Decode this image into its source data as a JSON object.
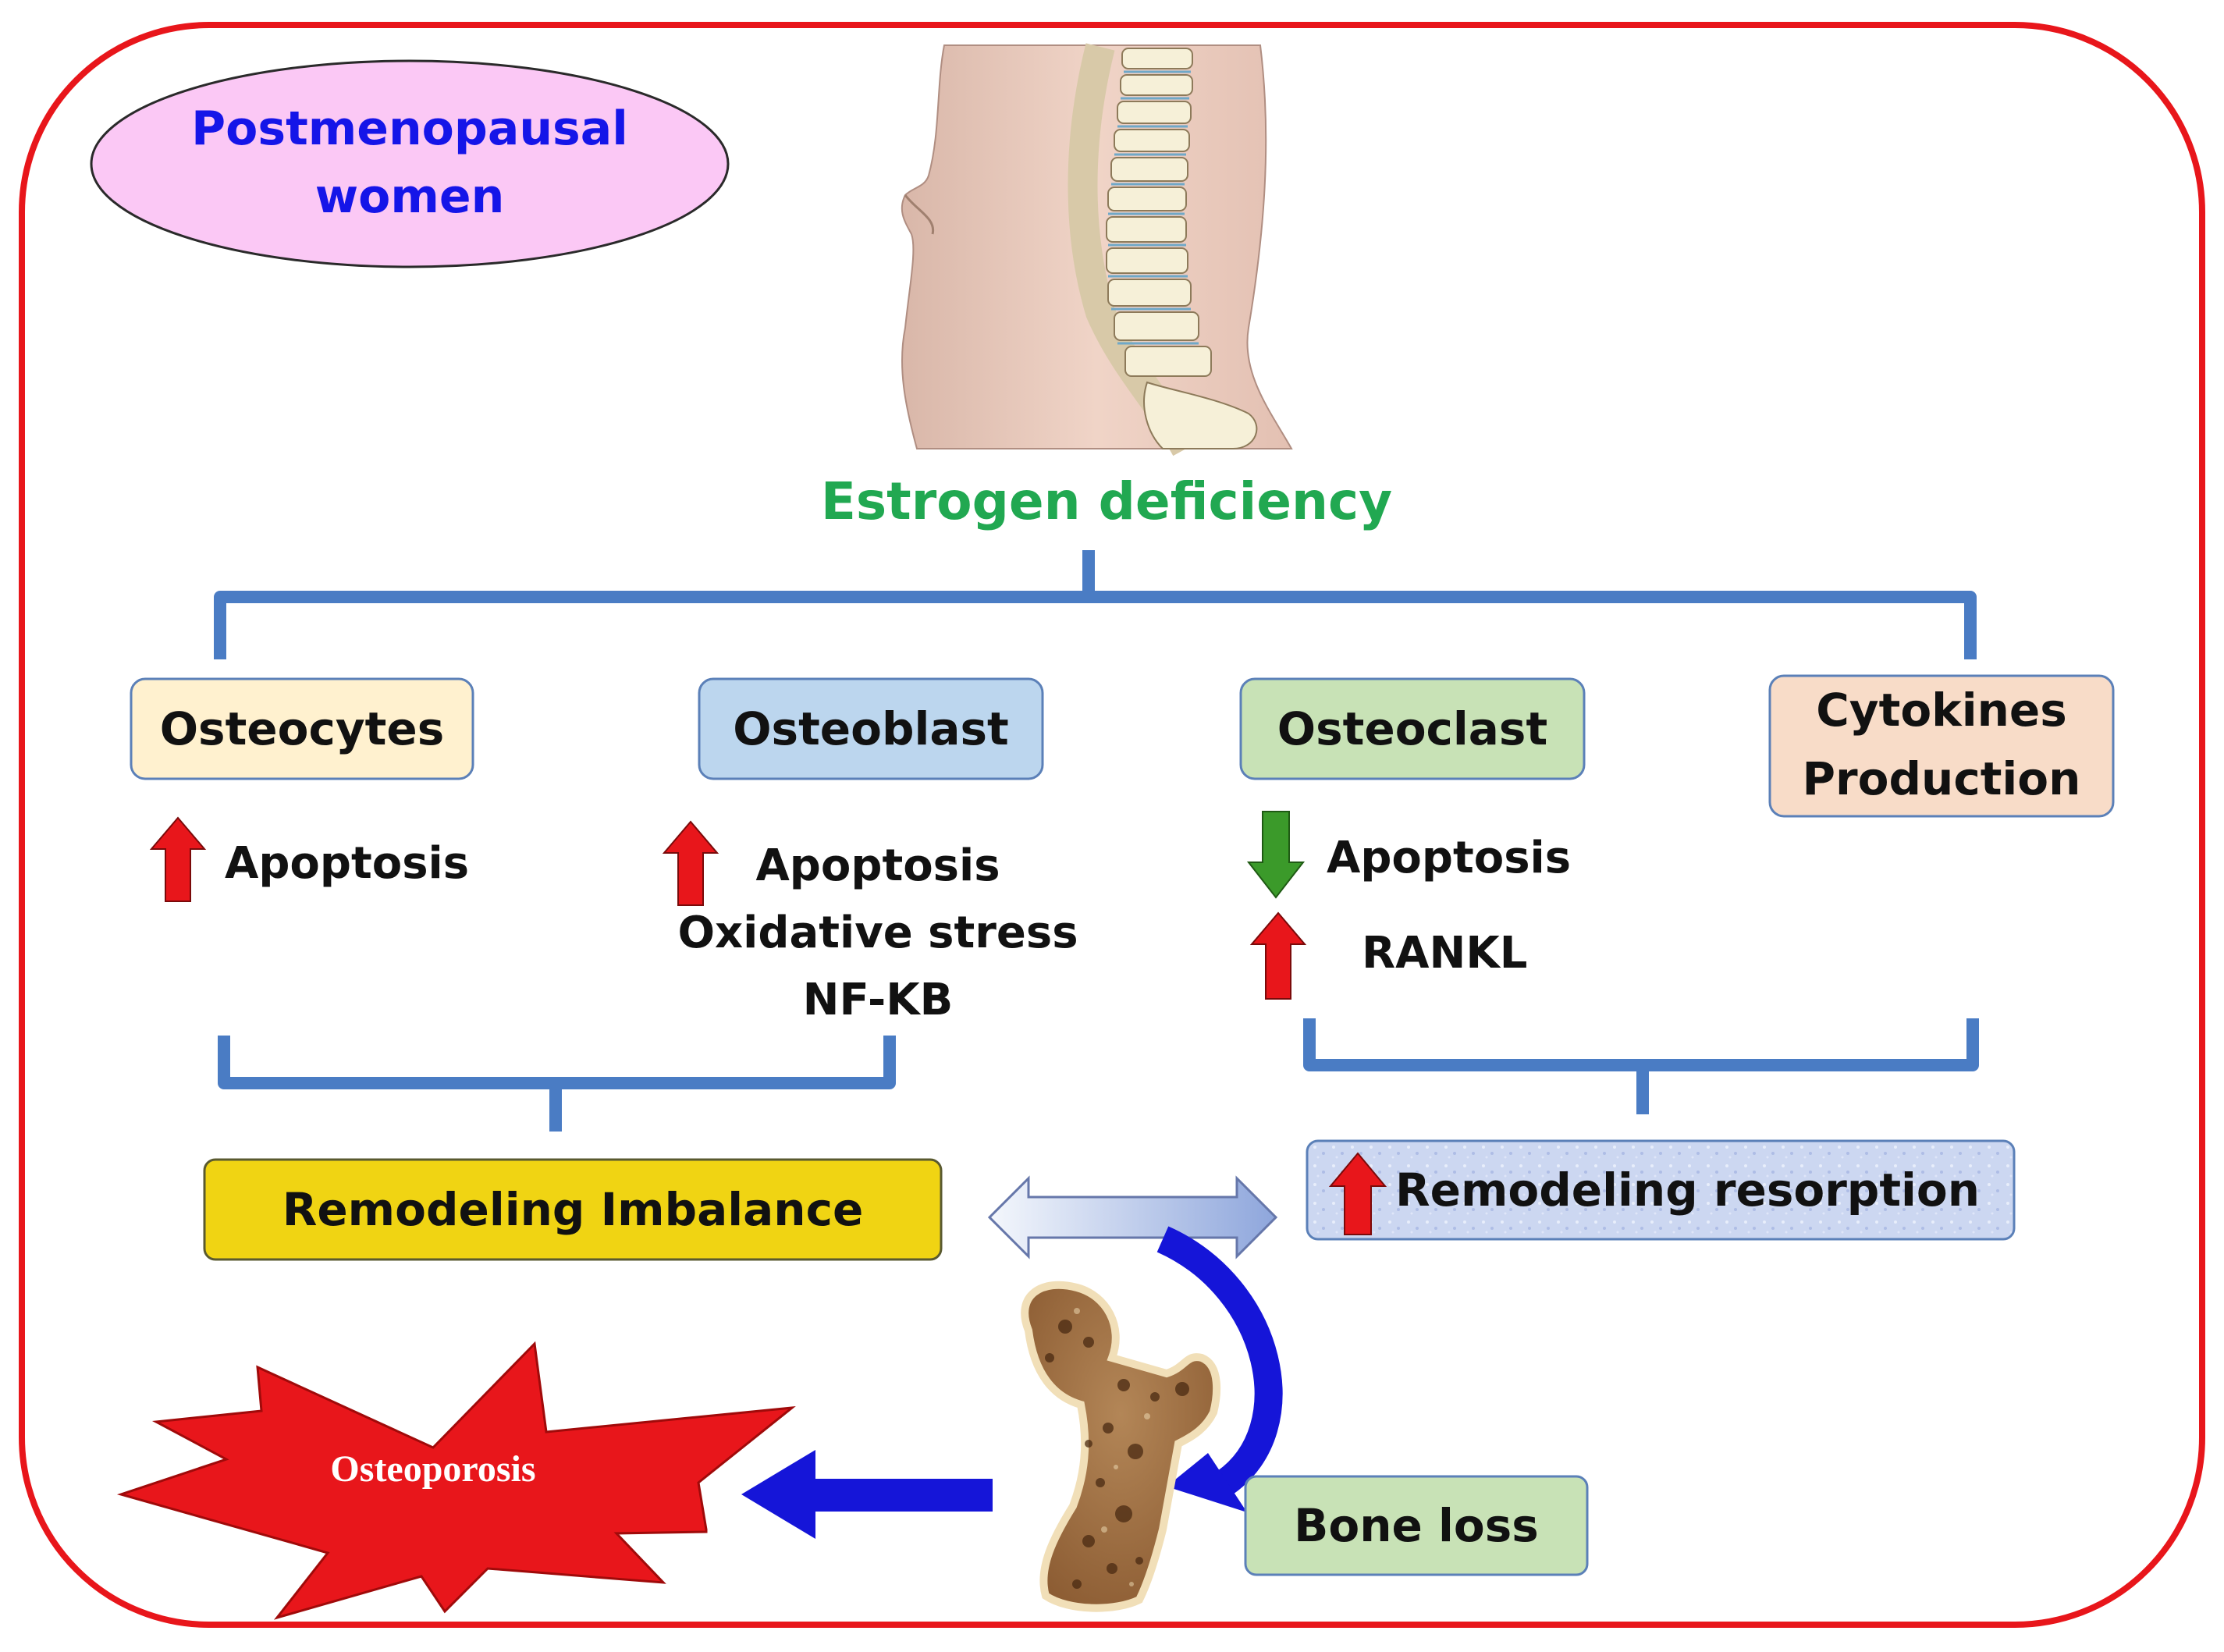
{
  "population": {
    "line1": "Postmenopausal",
    "line2": "women"
  },
  "cause": "Estrogen deficiency",
  "cells": {
    "osteocytes": {
      "label": "Osteocytes",
      "effects": [
        {
          "arrow": "up",
          "text": "Apoptosis"
        }
      ]
    },
    "osteoblast": {
      "label": "Osteoblast",
      "arrow": "up",
      "effects": [
        "Apoptosis",
        "Oxidative stress",
        "NF-KB"
      ]
    },
    "osteoclast": {
      "label": "Osteoclast",
      "effects": [
        {
          "arrow": "down",
          "text": "Apoptosis"
        },
        {
          "arrow": "up",
          "text": "RANKL"
        }
      ]
    },
    "cytokines": {
      "line1": "Cytokines",
      "line2": "Production"
    }
  },
  "outcomes": {
    "imbalance": "Remodeling Imbalance",
    "resorption": "Remodeling resorption",
    "bone_loss": "Bone loss",
    "osteoporosis": "Osteoporosis"
  },
  "colors": {
    "frame": "#e8161b",
    "ellipse_fill": "#fbc8f5",
    "ellipse_text": "#1515e8",
    "cause_text": "#21a851",
    "bracket": "#4a7cc4",
    "osteocytes_fill": "#fff1cf",
    "osteoblast_fill": "#bcd6ee",
    "osteoclast_fill": "#c8e2b6",
    "cytokines_fill": "#f8dcc8",
    "imbalance_fill": "#f0d413",
    "resorption_fill": "#c9d5f0",
    "bone_loss_fill": "#c8e2b6",
    "arrow_up": "#e8161b",
    "arrow_down": "#3b9a2a",
    "flow_arrow": "#1515d8",
    "starburst": "#e8161b"
  },
  "icons": [
    "torso-spine-illustration",
    "femur-bone-illustration",
    "up-arrow-icon",
    "down-arrow-icon",
    "double-arrow-icon",
    "curved-arrow-icon",
    "left-arrow-icon",
    "starburst-icon"
  ]
}
